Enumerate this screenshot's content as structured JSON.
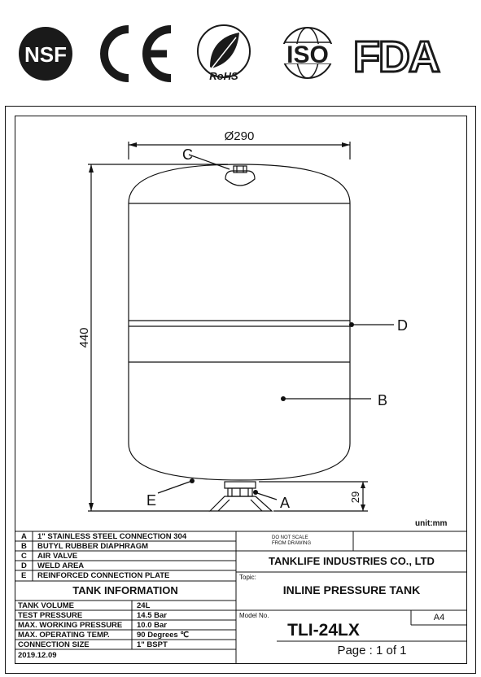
{
  "logos": {
    "nsf": "NSF",
    "ce": "CE",
    "rohs": "RoHS",
    "iso": "ISO",
    "fda": "FDA"
  },
  "drawing": {
    "diameter": "Ø290",
    "height": "440",
    "base_height": "29",
    "unit": "unit:mm",
    "callouts": {
      "A": "A",
      "B": "B",
      "C": "C",
      "D": "D",
      "E": "E"
    }
  },
  "parts": [
    {
      "code": "A",
      "desc": "1\" STAINLESS STEEL CONNECTION 304"
    },
    {
      "code": "B",
      "desc": "BUTYL RUBBER DIAPHRAGM"
    },
    {
      "code": "C",
      "desc": "AIR VALVE"
    },
    {
      "code": "D",
      "desc": "WELD AREA"
    },
    {
      "code": "E",
      "desc": "REINFORCED CONNECTION PLATE"
    }
  ],
  "tank_info": {
    "title": "TANK INFORMATION",
    "rows": [
      {
        "label": "TANK VOLUME",
        "value": "24L"
      },
      {
        "label": "TEST PRESSURE",
        "value": "14.5 Bar"
      },
      {
        "label": "MAX. WORKING PRESSURE",
        "value": "10.0 Bar"
      },
      {
        "label": "MAX. OPERATING TEMP.",
        "value": "90 Degrees ℃"
      },
      {
        "label": "CONNECTION SIZE",
        "value": "1\" BSPT"
      }
    ],
    "date": "2019.12.09"
  },
  "title_block": {
    "scale_note_1": "DO NOT SCALE",
    "scale_note_2": "FROM DRAWING",
    "company": "TANKLIFE INDUSTRIES CO., LTD",
    "topic_label": "Topic:",
    "topic": "INLINE PRESSURE TANK",
    "model_label": "Model No.",
    "model": "TLI-24LX",
    "paper_size": "A4",
    "page": "Page : 1 of 1"
  }
}
